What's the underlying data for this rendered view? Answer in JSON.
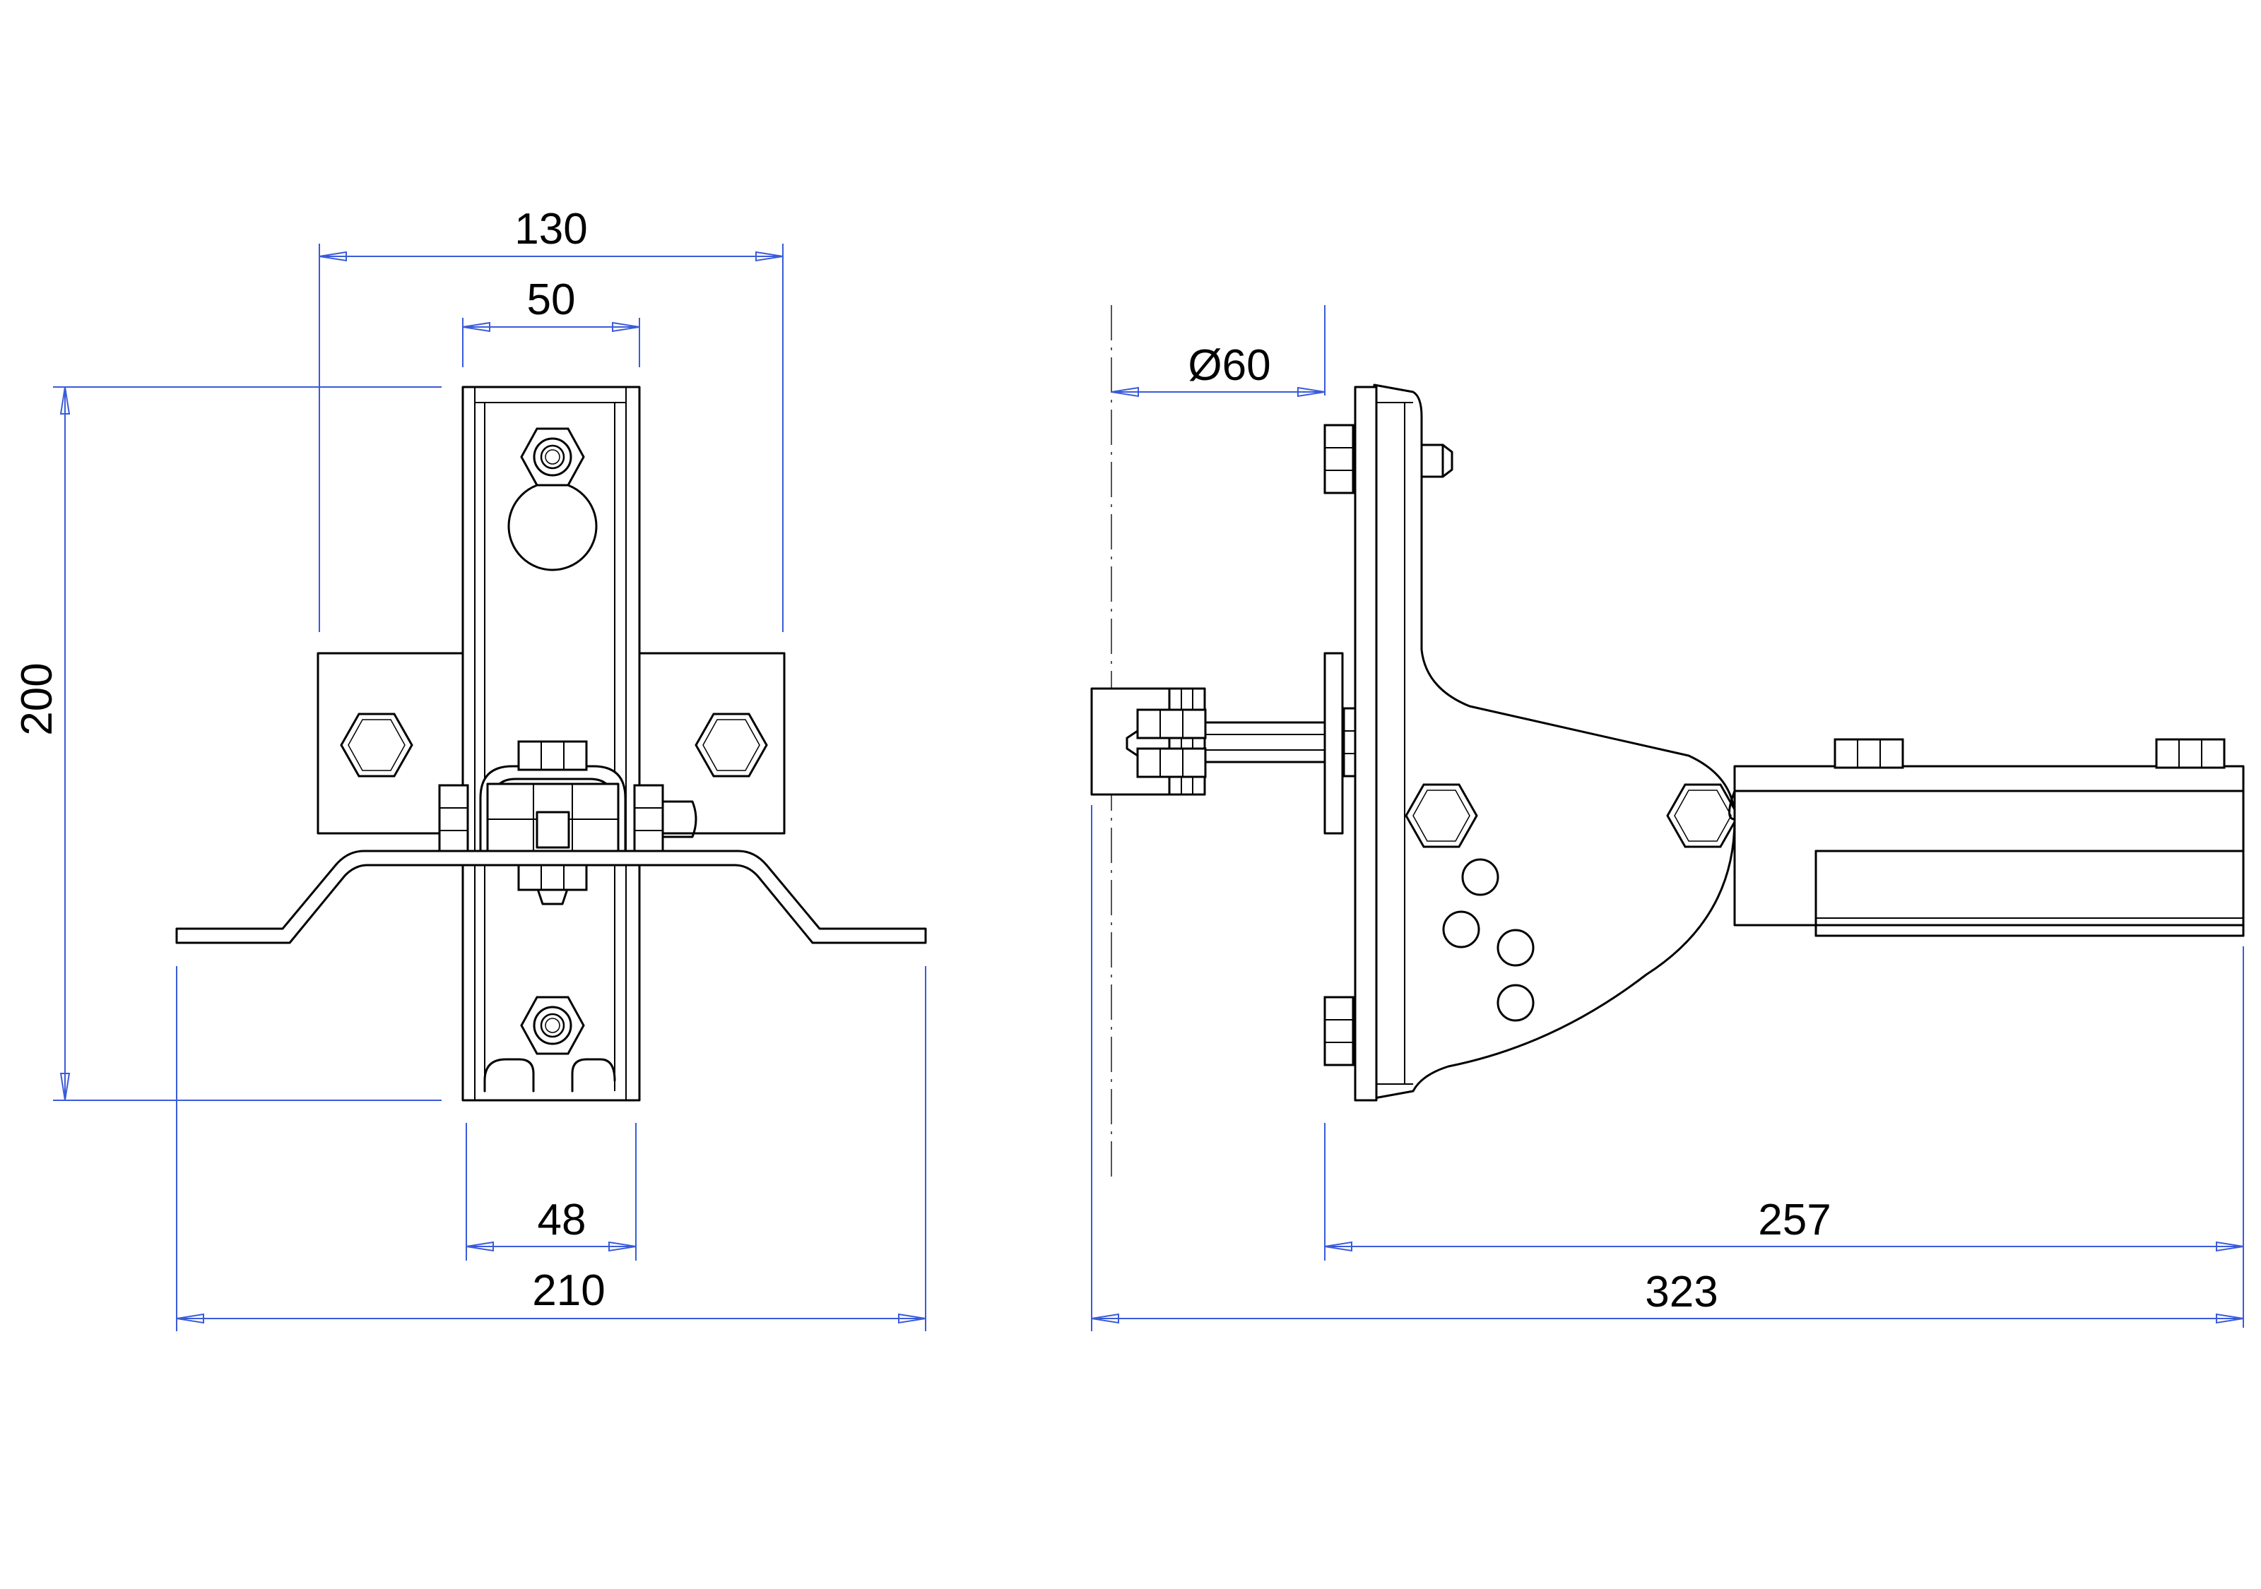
{
  "dimensions": {
    "front_overall_width_top": "130",
    "front_inner_width_top": "50",
    "front_height": "200",
    "front_inner_width_bottom": "48",
    "front_overall_width_bottom": "210",
    "side_pipe_diameter": "Ø60",
    "side_arm_length": "257",
    "side_overall_length": "323"
  }
}
